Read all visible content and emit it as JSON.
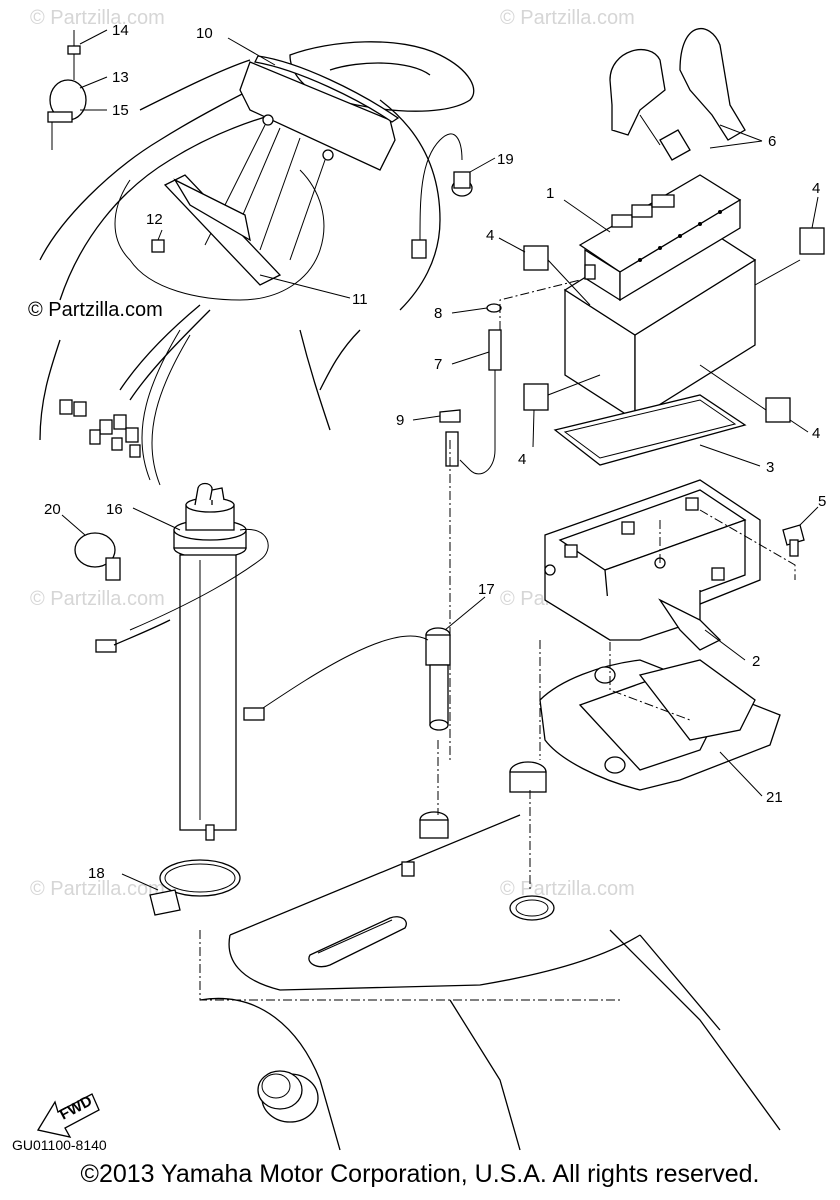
{
  "watermarks": {
    "corner": "© Partzilla.com",
    "main": "© Partzilla.com"
  },
  "callouts": [
    "1",
    "2",
    "3",
    "4",
    "4",
    "4",
    "4",
    "5",
    "6",
    "7",
    "8",
    "9",
    "10",
    "11",
    "12",
    "13",
    "14",
    "15",
    "16",
    "17",
    "18",
    "19",
    "20",
    "21"
  ],
  "fwd_label": "FWD",
  "diagram_code": "GU01100-8140",
  "copyright": "©2013 Yamaha Motor Corporation, U.S.A. All rights reserved."
}
